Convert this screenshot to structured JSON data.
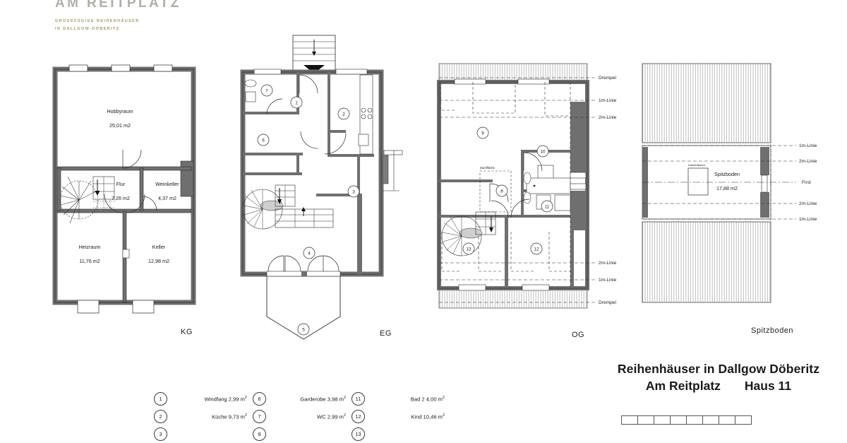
{
  "logo": {
    "brand": "AM REITPLATZ",
    "sub_line1": "GROSSZÜGIGE REIHENHÄUSER",
    "sub_line2": "IN DALLGOW-DÖBERITZ"
  },
  "title_block": {
    "line1": "Reihenhäuser in Dallgow Döberitz",
    "line2": "Am Reitplatz",
    "house": "Haus 11"
  },
  "plans": [
    {
      "key": "kg",
      "label": "KG",
      "rooms": [
        {
          "name": "Hobbyraum",
          "area": "25,01 m2"
        },
        {
          "name": "Flur",
          "area": "7,26 m2"
        },
        {
          "name": "Weinkeller",
          "area": "4,37 m2"
        },
        {
          "name": "Heizraum",
          "area": "11,76 m2"
        },
        {
          "name": "Keller",
          "area": "12,98 m2"
        }
      ]
    },
    {
      "key": "eg",
      "label": "EG",
      "room_numbers": [
        "7",
        "1",
        "2",
        "6",
        "3",
        "4",
        "5"
      ]
    },
    {
      "key": "og",
      "label": "OG",
      "room_numbers": [
        "9",
        "10",
        "8",
        "11",
        "13",
        "12"
      ],
      "annotation": "Dachfläche",
      "height_lines_top": [
        "Drempel",
        "1m-Linie",
        "2m-Linie"
      ],
      "height_lines_bottom": [
        "2m-Linie",
        "1m-Linie",
        "Drempel"
      ]
    },
    {
      "key": "spitzboden",
      "label": "Spitzboden",
      "room_name": "Spitzboden",
      "room_area": "17,88 m2",
      "annotation": "Dachluftraum",
      "height_lines": [
        "1m-Linie",
        "2m-Linie",
        "First",
        "2m-Linie",
        "1m-Linie"
      ]
    }
  ],
  "legend": {
    "columns": [
      [
        {
          "no": "1",
          "name": "Windfang",
          "area": "2,99 m"
        },
        {
          "no": "2",
          "name": "Küche",
          "area": "9,73 m"
        },
        {
          "no": "3",
          "name": "",
          "area": ""
        }
      ],
      [
        {
          "no": "6",
          "name": "Garderobe",
          "area": "3,98 m"
        },
        {
          "no": "7",
          "name": "WC",
          "area": "2,99 m"
        },
        {
          "no": "8",
          "name": "",
          "area": ""
        }
      ],
      [
        {
          "no": "11",
          "name": "Bad 2",
          "area": "4,00 m"
        },
        {
          "no": "12",
          "name": "Kind",
          "area": "10,46 m"
        },
        {
          "no": "13",
          "name": "",
          "area": ""
        }
      ]
    ],
    "unit_sup": "2"
  },
  "colors": {
    "wall": "#6f6f6f",
    "line": "#2b2b2b",
    "thin": "#555555",
    "hatch": "#9a9a9a",
    "brand_green": "#9c9a63",
    "brand_grey": "#6d6d63"
  }
}
